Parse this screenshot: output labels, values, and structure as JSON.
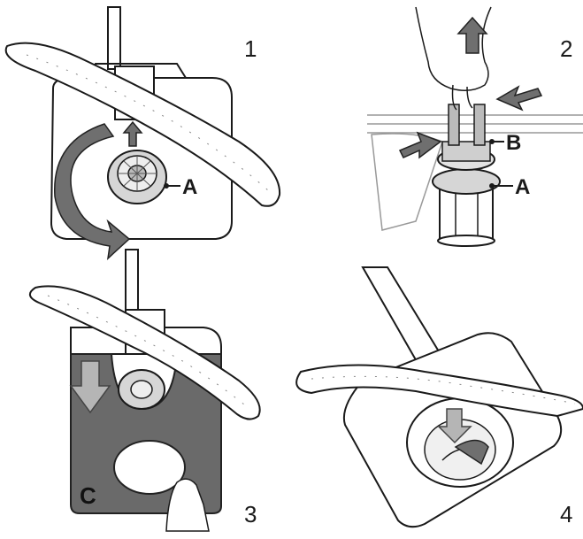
{
  "panels": [
    {
      "number": "1",
      "labels": [
        "A"
      ]
    },
    {
      "number": "2",
      "labels": [
        "B",
        "A"
      ]
    },
    {
      "number": "3",
      "labels": [
        "C"
      ]
    },
    {
      "number": "4",
      "labels": []
    }
  ],
  "colors": {
    "line": "#1a1a1a",
    "arrow_dark": "#6f6f6f",
    "arrow_light": "#b5b5b5",
    "plate": "#6a6a6a",
    "filter_fill": "#d6d6d6"
  },
  "icons": [
    "rotate-arrow-icon",
    "up-arrow-icon",
    "down-arrow-icon",
    "push-arrow-icon",
    "hand-icon"
  ]
}
